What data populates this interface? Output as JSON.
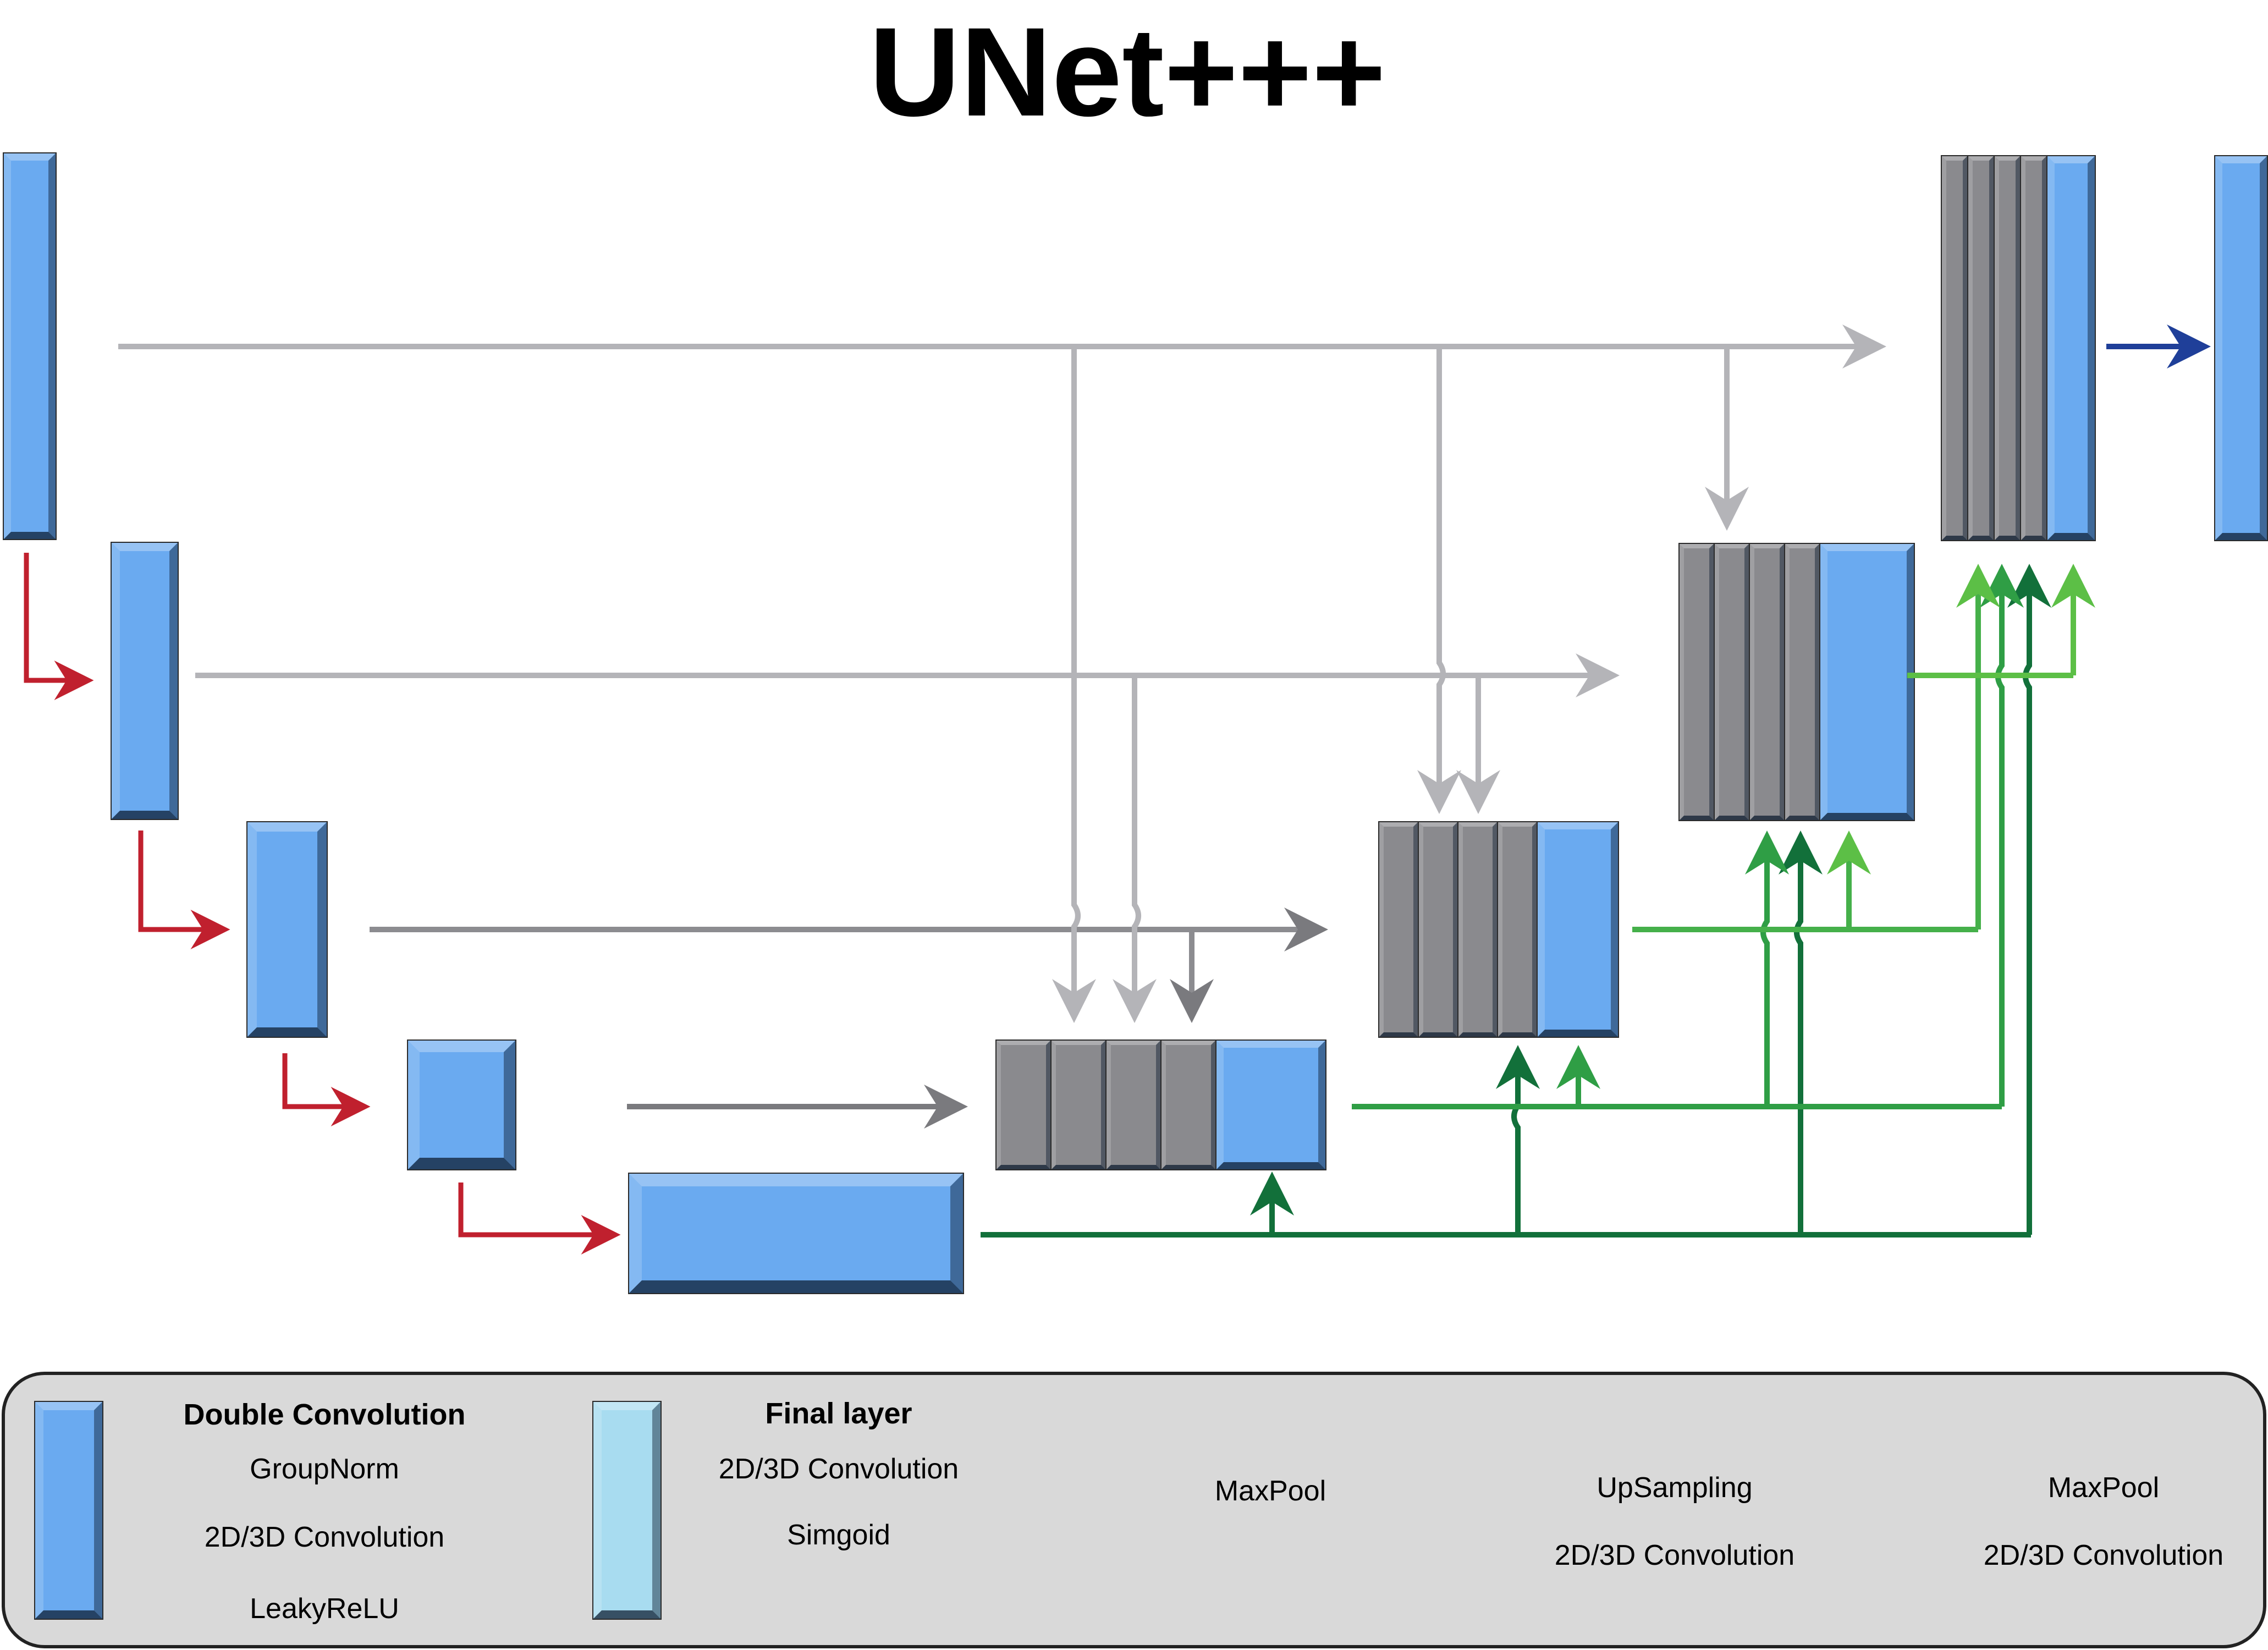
{
  "title": "UNet+++",
  "legend": {
    "double_conv": {
      "heading": "Double Convolution",
      "steps": [
        "GroupNorm",
        "2D/3D Convolution",
        "LeakyReLU"
      ]
    },
    "final_layer": {
      "heading": "Final layer",
      "steps": [
        "2D/3D Convolution",
        "Simgoid"
      ]
    },
    "maxpool_red": {
      "label": "MaxPool"
    },
    "upsampling_green": {
      "steps": [
        "UpSampling",
        "2D/3D Convolution"
      ]
    },
    "maxpool_gray": {
      "steps": [
        "MaxPool",
        "2D/3D Convolution"
      ]
    }
  },
  "colors": {
    "block_blue": "#6aaaf0",
    "block_blue_light": "#8fc3f7",
    "block_blue_dark": "#1e3a5c",
    "block_gray": "#8a8a8e",
    "final_cyan": "#a8dcf0",
    "skip_gray": "#b4b4b8",
    "pool_gray": "#7a7a7e",
    "maxpool_red": "#c0202e",
    "up_green_light": "#5cbf46",
    "up_green_mid": "#2f9e45",
    "up_green_dark": "#12703a",
    "output_navy": "#1f3f99",
    "legend_bg": "#d9d9d9"
  }
}
